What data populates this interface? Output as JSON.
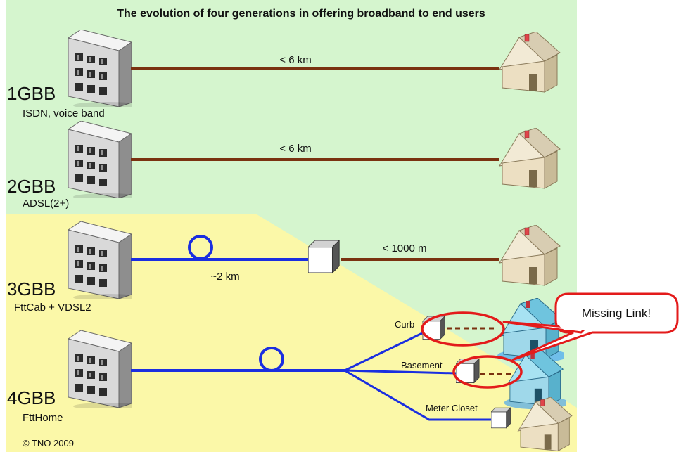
{
  "title": "The evolution of four generations in offering broadband to end users",
  "generations": [
    {
      "label": "1GBB",
      "tech": "ISDN, voice band",
      "distance": "< 6 km"
    },
    {
      "label": "2GBB",
      "tech": "ADSL(2+)",
      "distance": "< 6 km"
    },
    {
      "label": "3GBB",
      "tech": "FttCab + VDSL2",
      "fiber_distance": "~2 km",
      "copper_distance": "< 1000 m"
    },
    {
      "label": "4GBB",
      "tech": "FttHome"
    }
  ],
  "ftth_branches": [
    "Curb",
    "Basement",
    "Meter Closet"
  ],
  "callout": "Missing Link!",
  "copyright": "© TNO 2009",
  "colors": {
    "green_bg": "#d5f5ce",
    "yellow_bg": "#fbf8a8",
    "copper": "#7a3210",
    "fiber": "#1a2ee0",
    "callout_red": "#e31b1b"
  },
  "icons": [
    "building-icon",
    "house-icon",
    "cabinet-icon",
    "fiber-coil-icon"
  ]
}
